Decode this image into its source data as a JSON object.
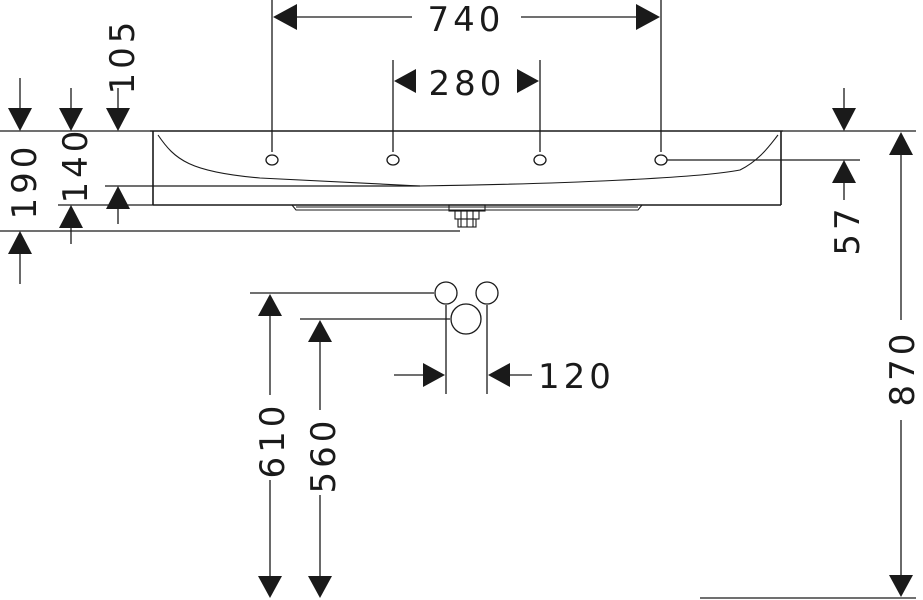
{
  "dimensions": {
    "width_overall": "740",
    "hole_spacing": "280",
    "height_190": "190",
    "height_140": "140",
    "height_105": "105",
    "depth_57": "57",
    "height_870": "870",
    "height_610": "610",
    "height_560": "560",
    "connection_spacing": "120"
  }
}
